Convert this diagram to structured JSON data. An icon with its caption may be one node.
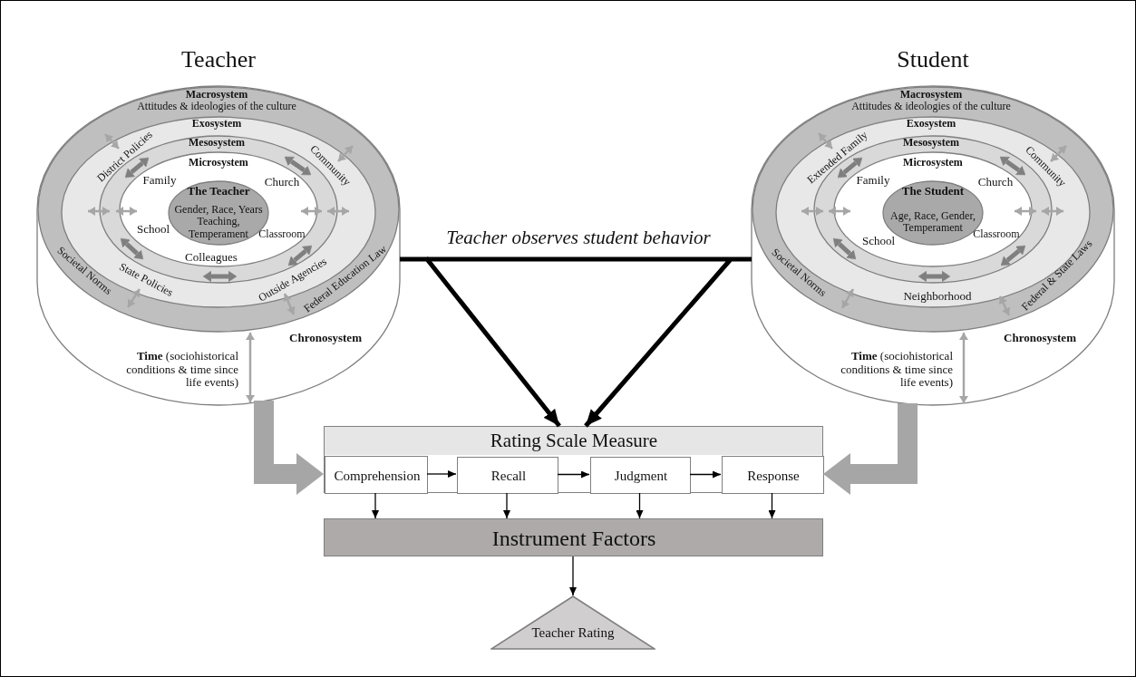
{
  "diagram": {
    "nodes": [
      {
        "text": [
          "Teacher",
          "Chronosystem",
          "**Time** (sociohistorical conditions & time since life events)"
        ]
      },
      {
        "text": [
          "Macrosystem",
          "Attitudes & ideologies of the culture",
          "Societal Norms",
          "Federal Education Law"
        ],
        "in": 0
      },
      {
        "text": [
          "Exosystem",
          "District Policies",
          "Community",
          "State Policies",
          "Outside Agencies"
        ],
        "in": 1
      },
      {
        "text": [
          "Mesosystem"
        ],
        "in": 2
      },
      {
        "text": [
          "Microsystem",
          "Family",
          "Church",
          "School",
          "Classroom",
          "Colleagues"
        ],
        "in": 3
      },
      {
        "text": [
          "The Teacher",
          "Gender, Race, Years Teaching, Temperament"
        ],
        "in": 4
      },
      {
        "text": [
          "Student",
          "Chronosystem",
          "**Time** (sociohistorical conditions & time since life events)"
        ]
      },
      {
        "text": [
          "Macrosystem",
          "Attitudes & ideologies of the culture",
          "Societal Norms",
          "Federal & State Laws"
        ],
        "in": 6
      },
      {
        "text": [
          "Exosystem",
          "Extended Family",
          "Community",
          "Neighborhood"
        ],
        "in": 7
      },
      {
        "text": [
          "Mesosystem"
        ],
        "in": 8
      },
      {
        "text": [
          "Microsystem",
          "Family",
          "Church",
          "School",
          "Classroom"
        ],
        "in": 9
      },
      {
        "text": [
          "The Student",
          "Age, Race, Gender, Temperament"
        ],
        "in": 10
      },
      {
        "text": [
          "Rating Scale Measure"
        ]
      },
      {
        "text": [
          "Comprehension"
        ],
        "in": 12
      },
      {
        "text": [
          "Recall"
        ],
        "in": 12
      },
      {
        "text": [
          "Judgment"
        ],
        "in": 12
      },
      {
        "text": [
          "Response"
        ],
        "in": 12
      },
      {
        "text": [
          "Instrument Factors"
        ]
      },
      {
        "text": [
          "Teacher Rating"
        ]
      }
    ],
    "edges": [
      {
        "from": 0,
        "to": 12,
        "arrow": "to",
        "style": "thick",
        "color": "#000000"
      },
      {
        "from": 6,
        "to": 12,
        "arrow": "to",
        "style": "thick",
        "color": "#000000"
      },
      {
        "from": 0,
        "to": 12,
        "arrow": "to",
        "style": "thick"
      },
      {
        "from": 6,
        "to": 12,
        "arrow": "to",
        "style": "thick"
      },
      {
        "from": 13,
        "to": 14,
        "arrow": "to",
        "color": "#000000"
      },
      {
        "from": 14,
        "to": 15,
        "arrow": "to",
        "color": "#000000"
      },
      {
        "from": 15,
        "to": 16,
        "arrow": "to",
        "color": "#000000"
      },
      {
        "from": 13,
        "to": 17,
        "arrow": "to",
        "color": "#000000"
      },
      {
        "from": 14,
        "to": 17,
        "arrow": "to",
        "color": "#000000"
      },
      {
        "from": 15,
        "to": 17,
        "arrow": "to",
        "color": "#000000"
      },
      {
        "from": 16,
        "to": 17,
        "arrow": "to",
        "color": "#000000"
      },
      {
        "from": 17,
        "to": 18,
        "arrow": "to",
        "color": "#000000"
      },
      {
        "from": 1,
        "to": 2,
        "arrow": "both"
      },
      {
        "from": 1,
        "to": 2,
        "arrow": "both"
      },
      {
        "from": 2,
        "to": 3,
        "arrow": "both"
      },
      {
        "from": 3,
        "to": 4,
        "arrow": "both"
      },
      {
        "from": 3,
        "to": 4,
        "arrow": "both"
      },
      {
        "from": 2,
        "to": 3,
        "arrow": "both"
      },
      {
        "from": 1,
        "to": 2,
        "arrow": "both"
      },
      {
        "from": 1,
        "to": 2,
        "arrow": "both"
      },
      {
        "from": 7,
        "to": 8,
        "arrow": "both"
      },
      {
        "from": 7,
        "to": 8,
        "arrow": "both"
      },
      {
        "from": 8,
        "to": 9,
        "arrow": "both"
      },
      {
        "from": 9,
        "to": 10,
        "arrow": "both"
      },
      {
        "from": 9,
        "to": 10,
        "arrow": "both"
      },
      {
        "from": 8,
        "to": 9,
        "arrow": "both"
      },
      {
        "from": 7,
        "to": 8,
        "arrow": "both"
      },
      {
        "from": 7,
        "to": 8,
        "arrow": "both"
      },
      {
        "from": 1,
        "to": 0,
        "arrow": "both"
      },
      {
        "from": 7,
        "to": 6,
        "arrow": "both"
      }
    ],
    "labels": [
      "Teacher observes student behavior"
    ]
  }
}
